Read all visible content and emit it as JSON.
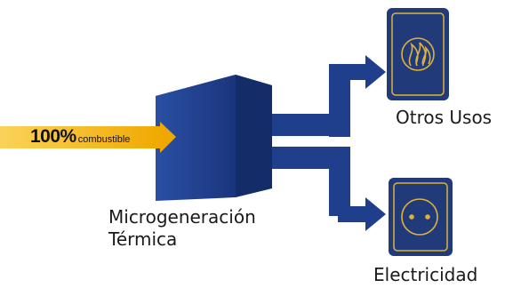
{
  "input": {
    "percent": "100%",
    "label": "combustible"
  },
  "generator": {
    "line1": "Microgeneración",
    "line2": "Térmica"
  },
  "outputs": [
    {
      "label": "Otros Usos",
      "icon": "flame-icon"
    },
    {
      "label": "Electricidad",
      "icon": "power-outlet-icon"
    }
  ],
  "colors": {
    "arrow_fill": "#f2b313",
    "box_blue": "#1f3f8c",
    "icon_bg": "#203a7a",
    "icon_border": "#e0b23a",
    "text": "#1a1a1a"
  }
}
